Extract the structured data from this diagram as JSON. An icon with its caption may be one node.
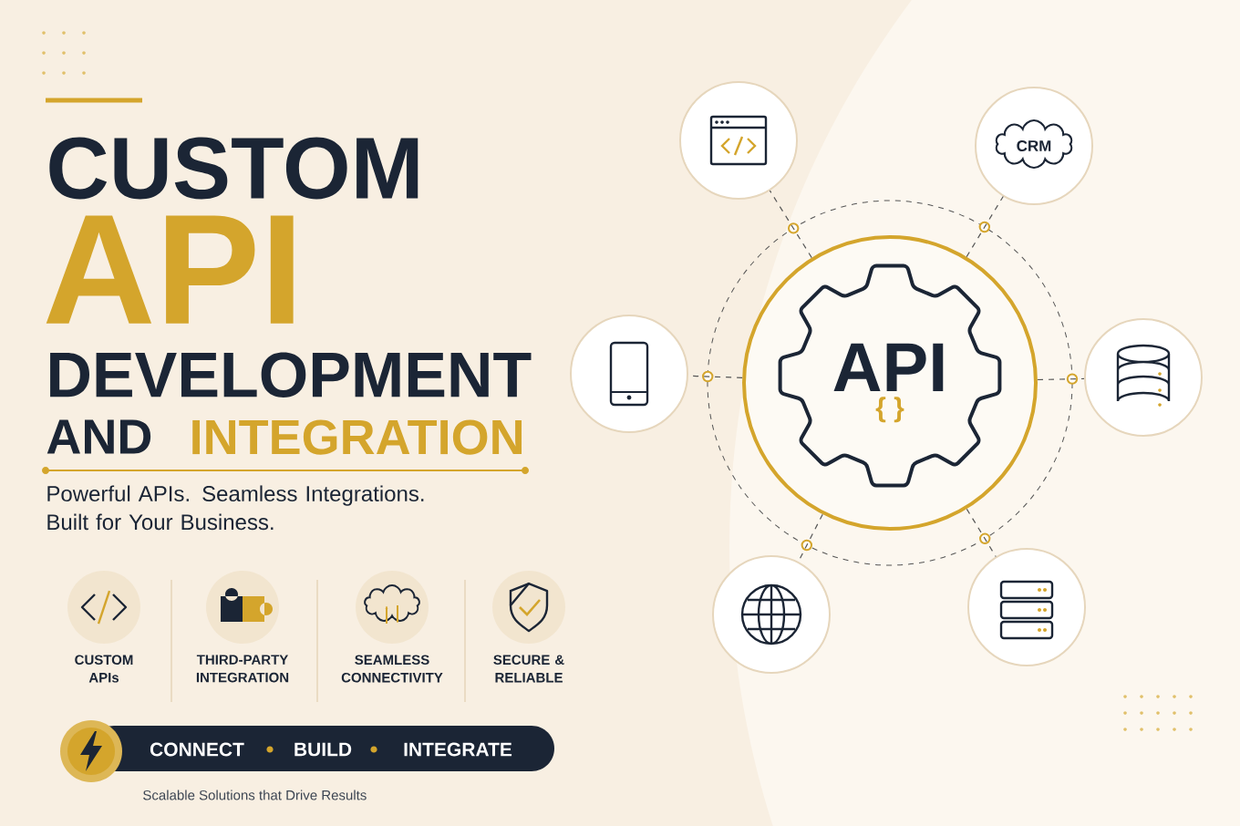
{
  "diagram": {
    "nodes": [
      {
        "text": [
          "API",
          "{ }"
        ]
      },
      {
        "text": [],
        "shape": "circle"
      },
      {
        "text": [
          "CRM"
        ]
      },
      {
        "text": [],
        "shape": "circle"
      },
      {
        "text": [],
        "shape": "circle"
      },
      {
        "text": [],
        "shape": "circle"
      },
      {
        "text": [],
        "shape": "circle"
      }
    ],
    "edges": [
      {
        "from": 0,
        "to": 1,
        "arrow": "none",
        "style": "dashed"
      },
      {
        "from": 0,
        "to": 2,
        "arrow": "none",
        "style": "dashed"
      },
      {
        "from": 0,
        "to": 3,
        "arrow": "none",
        "style": "dashed"
      },
      {
        "from": 0,
        "to": 4,
        "arrow": "none",
        "style": "dashed"
      },
      {
        "from": 0,
        "to": 5,
        "arrow": "none",
        "style": "dashed"
      },
      {
        "from": 0,
        "to": 6,
        "arrow": "none",
        "style": "dashed"
      }
    ],
    "labels": [
      "CUSTOM",
      "API",
      "DEVELOPMENT",
      "AND",
      "INTEGRATION",
      "Powerful APIs. Seamless Integrations. Built for Your Business.",
      "CUSTOM APIs",
      "THIRD-PARTY INTEGRATION",
      "SEAMLESS CONNECTIVITY",
      "SECURE & RELIABLE",
      "CONNECT",
      "BUILD",
      "INTEGRATE",
      "Scalable Solutions that Drive Results"
    ]
  }
}
